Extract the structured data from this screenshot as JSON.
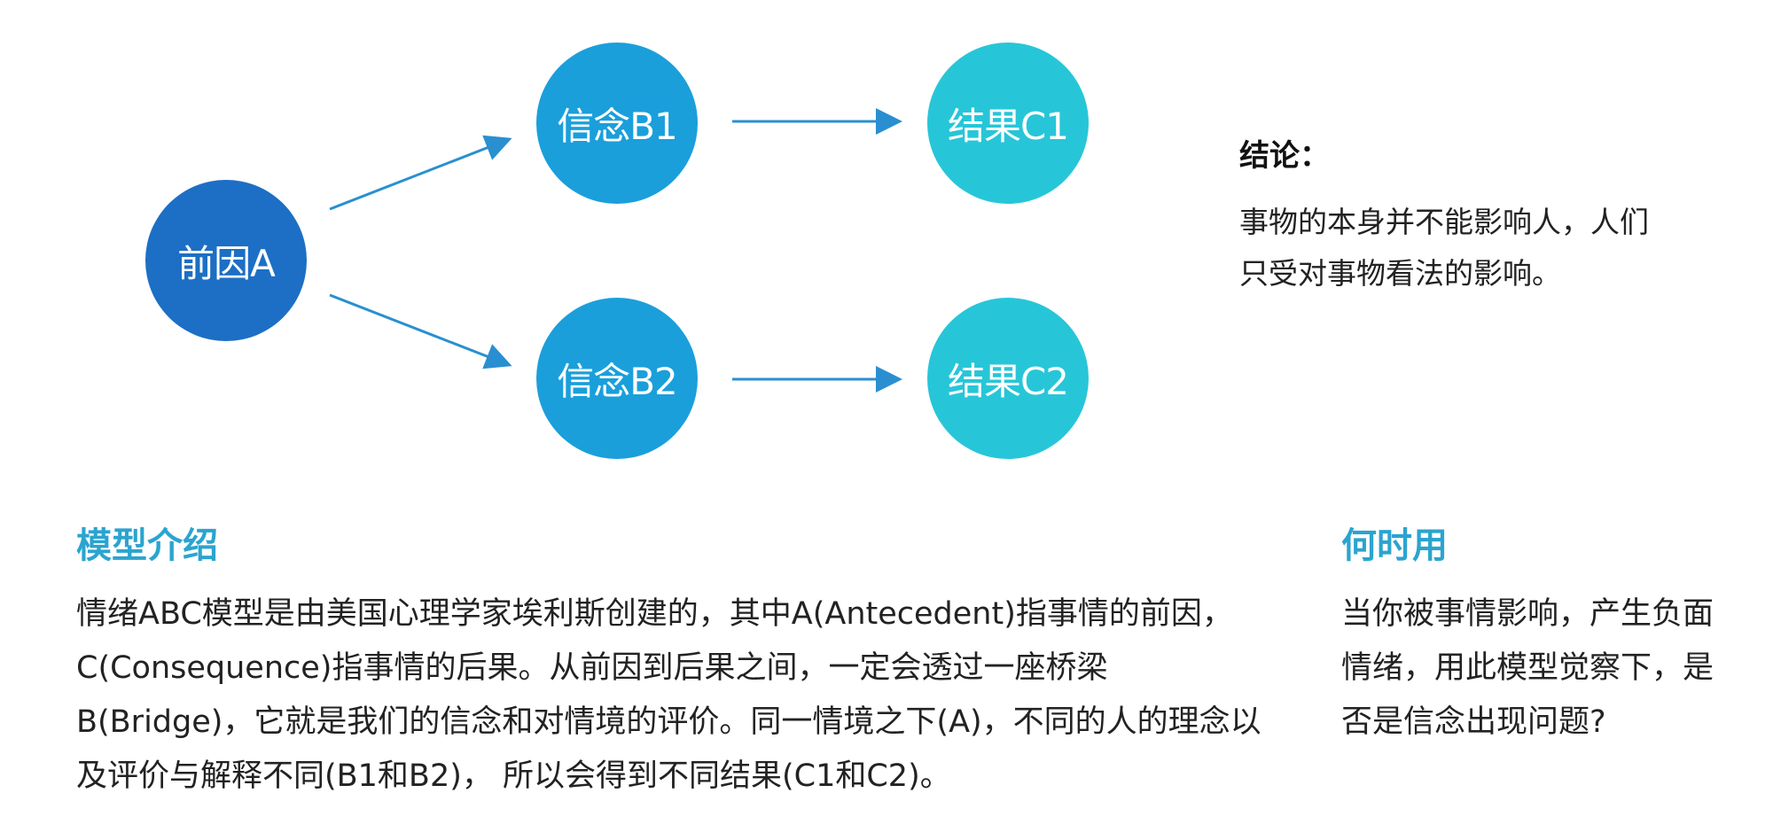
{
  "diagram": {
    "nodes": {
      "a": {
        "label": "前因A",
        "color": "#1c6fc4"
      },
      "b1": {
        "label": "信念B1",
        "color": "#1a9fdb"
      },
      "b2": {
        "label": "信念B2",
        "color": "#1a9fdb"
      },
      "c1": {
        "label": "结果C1",
        "color": "#26c6d8"
      },
      "c2": {
        "label": "结果C2",
        "color": "#26c6d8"
      }
    },
    "arrow_color": "#2a8fd0"
  },
  "conclusion": {
    "title": "结论：",
    "body": "事物的本身并不能影响人，人们只受对事物看法的影响。"
  },
  "model": {
    "title": "模型介绍",
    "body": "情绪ABC模型是由美国心理学家埃利斯创建的，其中A(Antecedent)指事情的前因，C(Consequence)指事情的后果。从前因到后果之间，一定会透过一座桥梁B(Bridge)，它就是我们的信念和对情境的评价。同一情境之下(A)，不同的人的理念以及评价与解释不同(B1和B2)， 所以会得到不同结果(C1和C2)。"
  },
  "when": {
    "title": "何时用",
    "body": "当你被事情影响，产生负面情绪，用此模型觉察下，是否是信念出现问题?"
  },
  "colors": {
    "accent": "#2ba4cf"
  }
}
